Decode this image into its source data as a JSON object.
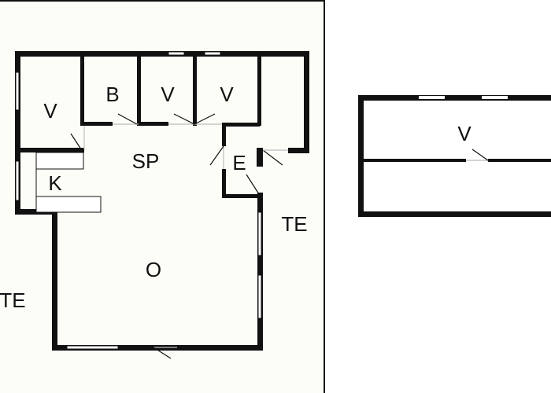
{
  "rooms": {
    "v1": "V",
    "b": "B",
    "v2": "V",
    "v3": "V",
    "sp": "SP",
    "k": "K",
    "e": "E",
    "o": "O",
    "te_right": "TE",
    "te_left": "TE",
    "v_annex": "V"
  },
  "colors": {
    "wall": "#111111",
    "background": "#fdfdf8",
    "window": "#ffffff"
  }
}
